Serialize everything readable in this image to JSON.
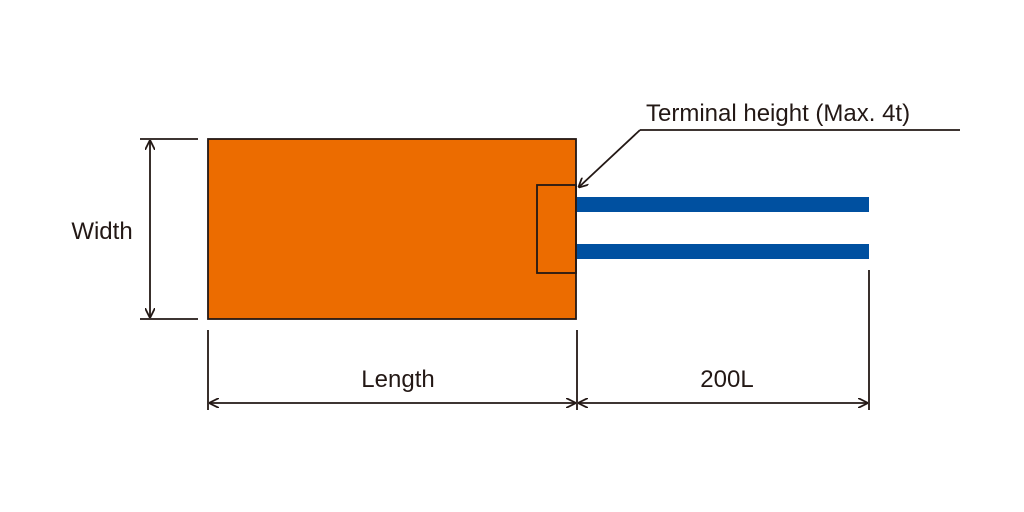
{
  "labels": {
    "width": "Width",
    "length": "Length",
    "lead_length": "200L",
    "terminal": "Terminal height (Max. 4t)"
  },
  "colors": {
    "heater_body": "#EC6C00",
    "lead_wire": "#0050A0",
    "line": "#231815"
  }
}
